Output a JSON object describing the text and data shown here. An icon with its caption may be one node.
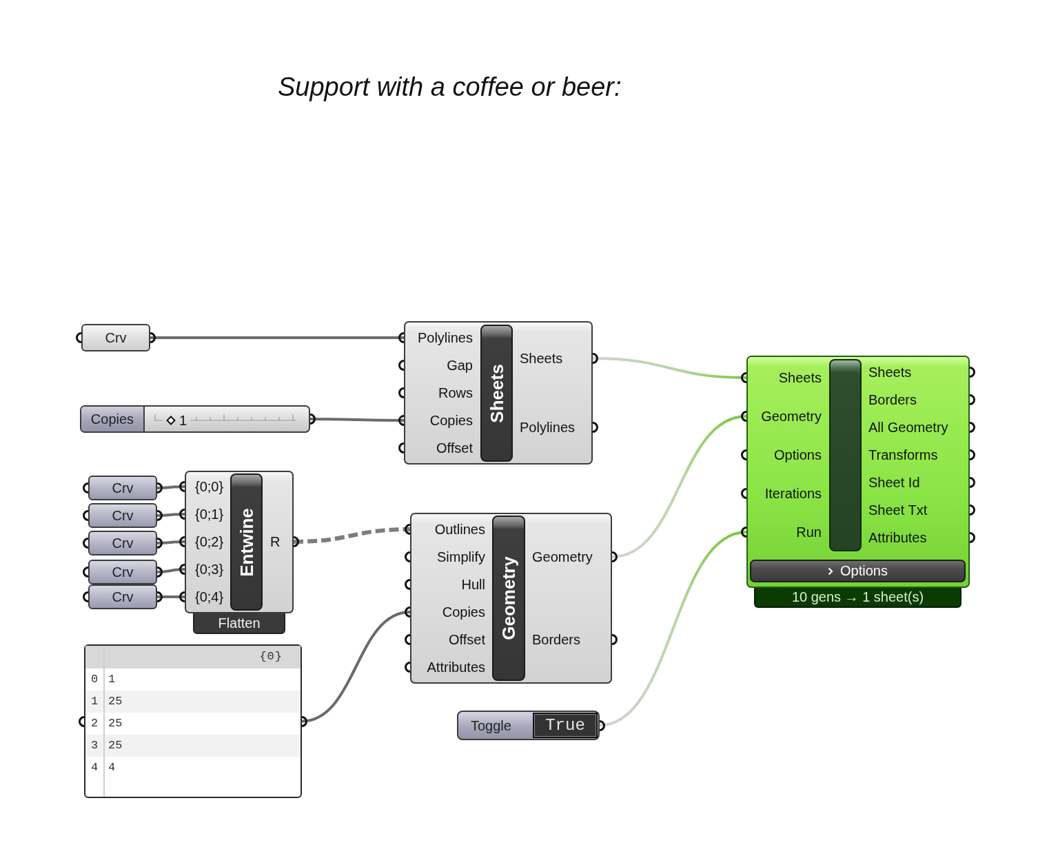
{
  "diagram": {
    "nodes": [
      {
        "text": [
          "Crv"
        ]
      },
      {
        "text": [
          "Polylines",
          "Gap",
          "Rows",
          "Copies",
          "Offset",
          "Sheets",
          "Polylines"
        ]
      },
      {
        "text": [
          "Sheets"
        ],
        "in": 1
      },
      {
        "text": [
          "Sheets",
          "Geometry",
          "Options",
          "Iterations",
          "Run",
          "Sheets",
          "Borders",
          "All Geometry",
          "Transforms",
          "Sheet Id",
          "Sheet Txt",
          "Attributes"
        ]
      },
      {
        "text": [],
        "shape": "bar",
        "in": 3
      },
      {
        "text": [
          "Options"
        ],
        "in": 3
      },
      {
        "text": [
          "10 gens → 1 sheet(s)"
        ]
      },
      {
        "text": [
          "Copies",
          "1"
        ]
      },
      {
        "text": [
          "Crv"
        ]
      },
      {
        "text": [
          "Crv"
        ]
      },
      {
        "text": [
          "Crv"
        ]
      },
      {
        "text": [
          "Crv"
        ]
      },
      {
        "text": [
          "Crv"
        ]
      },
      {
        "text": [
          "{0;0}",
          "{0;1}",
          "{0;2}",
          "{0;3}",
          "{0;4}",
          "R"
        ]
      },
      {
        "text": [
          "Entwine"
        ],
        "in": 13
      },
      {
        "text": [
          "Flatten"
        ]
      },
      {
        "text": [
          "Outlines",
          "Simplify",
          "Hull",
          "Copies",
          "Offset",
          "Attributes",
          "Geometry",
          "Borders"
        ]
      },
      {
        "text": [
          "Geometry"
        ],
        "in": 16
      },
      {
        "text": [
          "{0}",
          "0",
          "1",
          "1",
          "25",
          "2",
          "25",
          "3",
          "25",
          "4",
          "4"
        ]
      },
      {
        "text": [
          "Toggle",
          "True"
        ]
      }
    ],
    "edges": [
      {
        "from": 0,
        "to": 1,
        "arrow": "none"
      },
      {
        "from": 7,
        "to": 1,
        "arrow": "none"
      },
      {
        "from": 1,
        "to": 3,
        "arrow": "none",
        "color": "#78c83c"
      },
      {
        "from": 8,
        "to": 13,
        "arrow": "none"
      },
      {
        "from": 9,
        "to": 13,
        "arrow": "none"
      },
      {
        "from": 10,
        "to": 13,
        "arrow": "none"
      },
      {
        "from": 11,
        "to": 13,
        "arrow": "none"
      },
      {
        "from": 12,
        "to": 13,
        "arrow": "none"
      },
      {
        "from": 13,
        "to": 16,
        "arrow": "none",
        "style": "dashed"
      },
      {
        "from": 16,
        "to": 3,
        "arrow": "none",
        "color": "#78c83c"
      },
      {
        "from": 18,
        "to": 16,
        "arrow": "none"
      },
      {
        "from": 19,
        "to": 3,
        "arrow": "none",
        "color": "#78c83c"
      }
    ],
    "labels": [
      "Support with a coffee or beer:"
    ]
  }
}
